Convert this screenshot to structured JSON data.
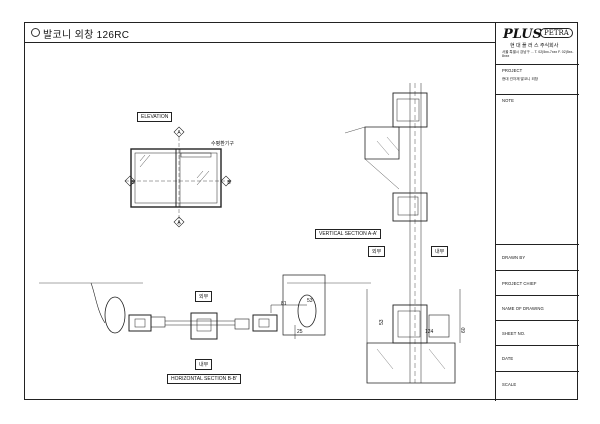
{
  "sheet": {
    "title": "발코니 외창 126RC"
  },
  "logo": {
    "brand": "PLUS",
    "brand_sub": "PETRA",
    "company": "현 대 플 러 스 주식회사",
    "address": "서울 특별시 강남구 ... T. 02)5xx-7xxx F. 02)5xx-8xxx"
  },
  "panel": {
    "project_label": "PROJECT",
    "project_value": "현대 건자재 발코니 외창",
    "note_label": "NOTE",
    "drawn_by_label": "DRAWN BY",
    "project_chief_label": "PROJECT CHIEF",
    "name_of_drawing_label": "NAME OF DRAWING",
    "sheet_no_label": "SHEET NO.",
    "date_label": "DATE",
    "scale_label": "SCALE"
  },
  "drawing": {
    "elevation_label": "ELEVATION",
    "vent_label": "수평환기구",
    "marker_a": "A",
    "marker_b": "B",
    "vertical_section_label": "VERTICAL SECTION A-A'",
    "horizontal_section_label": "HORIZONTAL SECTION B-B'",
    "exterior_label": "외부",
    "interior_label": "내부",
    "dim_53_a": "53",
    "dim_81": "81",
    "dim_25": "25",
    "dim_53_b": "53",
    "dim_124": "124",
    "dim_60": "60"
  }
}
